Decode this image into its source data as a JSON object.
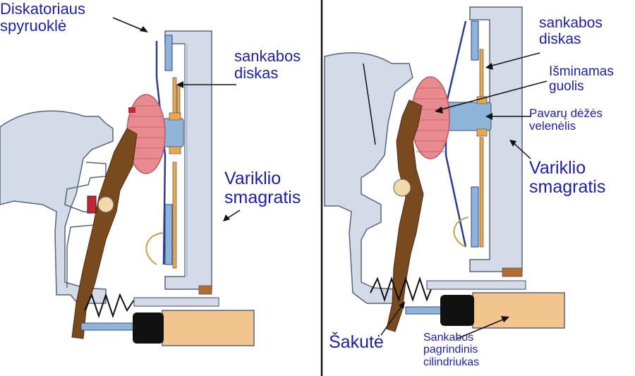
{
  "colors": {
    "label": "#1f1f9e",
    "housing": "#d4dbe8",
    "housing_stroke": "#5a6478",
    "fork": "#7a4a1f",
    "bearing": "#e88a8f",
    "shaft": "#8fb4d9",
    "disc": "#e8a845",
    "cylinder": "#f2c48e",
    "cylinder_cap": "#111111",
    "divider": "#111111"
  },
  "left": {
    "spring_label": {
      "line1": "Diskatoriaus",
      "line2": "spyruoklė"
    },
    "disc_label": {
      "line1": "sankabos",
      "line2": "diskas"
    },
    "flywheel_label": {
      "line1": "Variklio",
      "line2": "smagratis"
    }
  },
  "right": {
    "disc_label": {
      "line1": "sankabos",
      "line2": "diskas"
    },
    "bearing_label": {
      "line1": "Išminamas",
      "line2": "guolis"
    },
    "shaft_label": {
      "line1": "Pavarų dėžės",
      "line2": "velenėlis"
    },
    "flywheel_label": {
      "line1": "Variklio",
      "line2": "smagratis"
    },
    "fork_label": "Šakutė",
    "cylinder_label": {
      "line1": "Sankabos",
      "line2": "pagrindinis",
      "line3": "cilindriukas"
    }
  }
}
